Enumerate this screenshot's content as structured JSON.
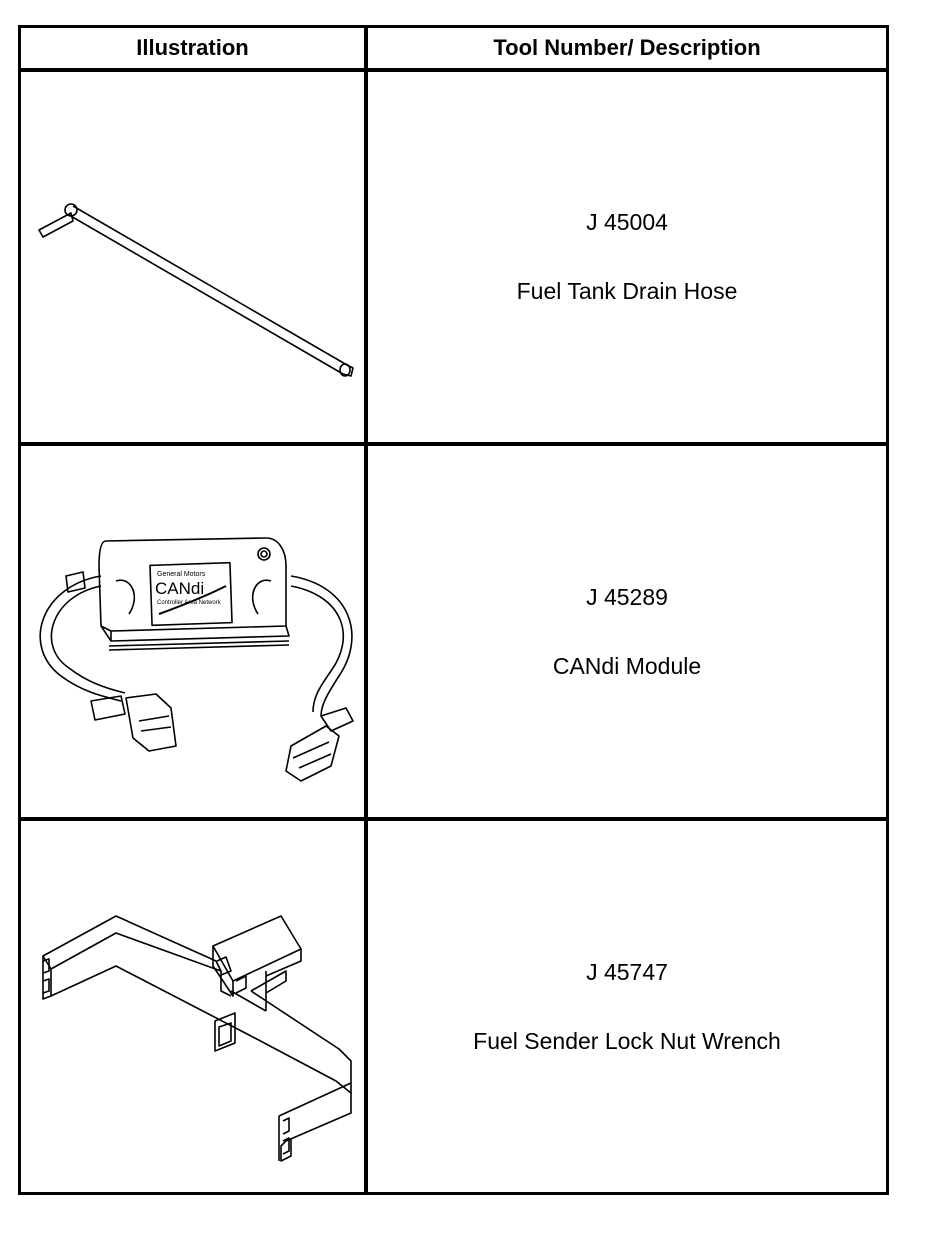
{
  "table": {
    "header": {
      "illustration": "Illustration",
      "description": "Tool Number/ Description"
    },
    "rows": [
      {
        "tool_number": "J 45004",
        "description": "Fuel Tank Drain Hose",
        "illustration_icon": "drain-hose-icon"
      },
      {
        "tool_number": "J 45289",
        "description": "CANdi Module",
        "illustration_icon": "candi-module-icon"
      },
      {
        "tool_number": "J 45747",
        "description": "Fuel Sender Lock Nut Wrench",
        "illustration_icon": "lock-nut-wrench-icon"
      }
    ]
  },
  "module_label": {
    "brand": "General Motors",
    "name": "CANdi",
    "sub": "Controller Area Network"
  }
}
